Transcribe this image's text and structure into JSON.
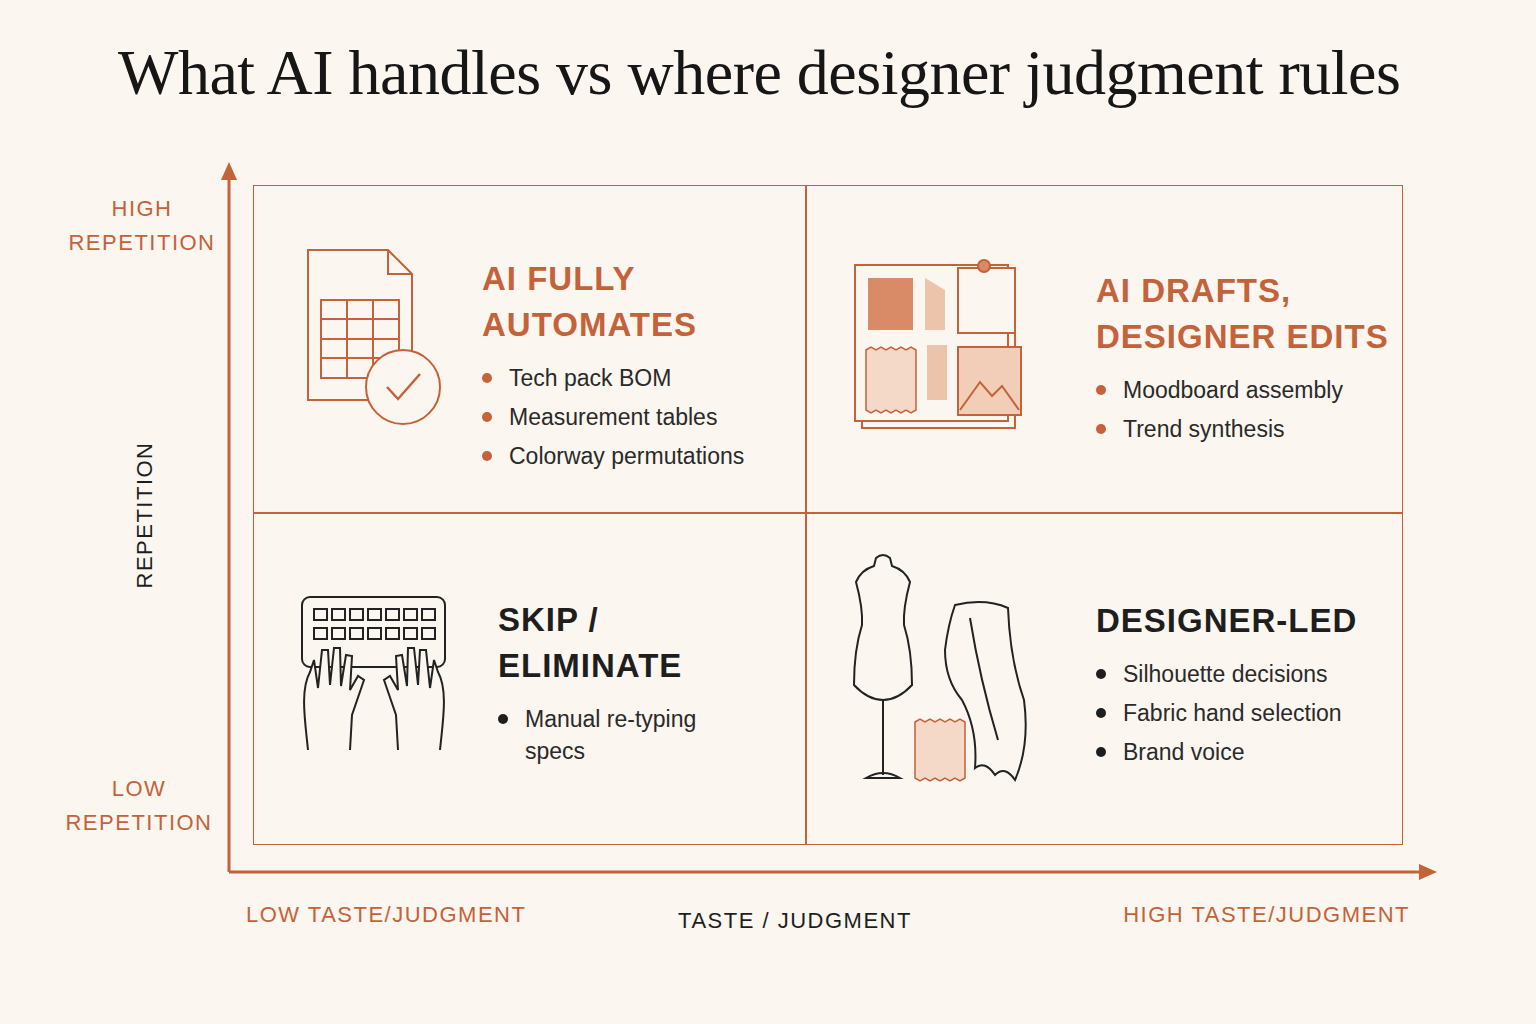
{
  "diagram": {
    "title": "What AI handles vs where designer judgment rules",
    "nodes": [
      {
        "text": [
          "AI FULLY AUTOMATES",
          "Tech pack BOM",
          "Measurement tables",
          "Colorway permutations"
        ]
      },
      {
        "text": [
          "AI DRAFTS, DESIGNER EDITS",
          "Moodboard assembly",
          "Trend synthesis"
        ]
      },
      {
        "text": [
          "SKIP / ELIMINATE",
          "Manual re-typing specs"
        ]
      },
      {
        "text": [
          "DESIGNER-LED",
          "Silhouette decisions",
          "Fabric hand selection",
          "Brand voice"
        ]
      }
    ],
    "labels": [
      "HIGH REPETITION",
      "REPETITION",
      "LOW REPETITION",
      "LOW TASTE/JUDGMENT",
      "TASTE / JUDGMENT",
      "HIGH TASTE/JUDGMENT"
    ]
  }
}
